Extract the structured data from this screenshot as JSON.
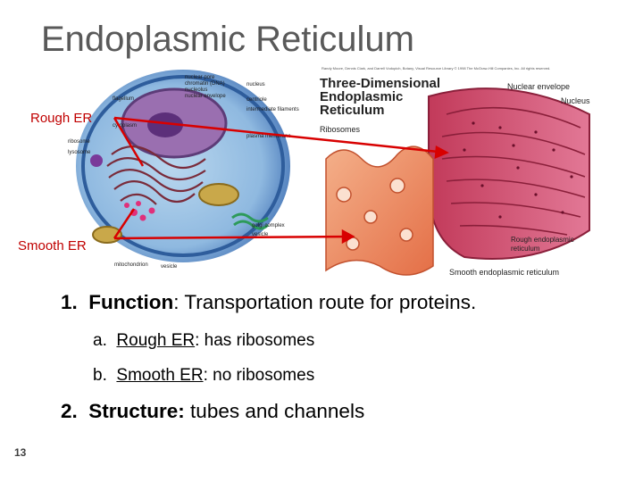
{
  "title": "Endoplasmic Reticulum",
  "figure": {
    "heading_lines": [
      "Three-Dimensional",
      "Endoplasmic",
      "Reticulum"
    ],
    "credit": "Randy Moore, Dennis Clark, and Darrell Vodopich, Botany, Visual Resource Library © 1998 The McGraw-Hill Companies, Inc. All rights reserved.",
    "callouts": {
      "nuclear_envelope": "Nuclear envelope",
      "nucleus": "Nucleus",
      "ribosomes": "Ribosomes",
      "rough_er": "Rough endoplasmic reticulum",
      "smooth_er": "Smooth endoplasmic reticulum"
    },
    "cell_labels": [
      "nuclear pore",
      "chromatin (DNA)",
      "nucleolus",
      "nuclear envelope",
      "nucleus",
      "flagellum",
      "centriole",
      "intermediate filaments",
      "cytoplasm",
      "plasma membrane",
      "ribosome",
      "lysosome",
      "golgi complex",
      "vesicle",
      "mitochondrion",
      "vesicle"
    ]
  },
  "labels": {
    "rough_er": "Rough ER",
    "smooth_er": "Smooth ER"
  },
  "bullets": [
    {
      "number": "1.",
      "term": "Function",
      "text": ":  Transportation route for proteins.",
      "sub": [
        {
          "letter": "a.",
          "term": "Rough ER",
          "text": ": has ribosomes"
        },
        {
          "letter": "b.",
          "term": "Smooth ER",
          "text": ": no ribosomes"
        }
      ]
    },
    {
      "number": "2.",
      "term": "Structure:",
      "text": " tubes and channels"
    }
  ],
  "page_number": "13",
  "colors": {
    "title": "#595959",
    "label_red": "#c00000",
    "arrow_red": "#d80000"
  }
}
